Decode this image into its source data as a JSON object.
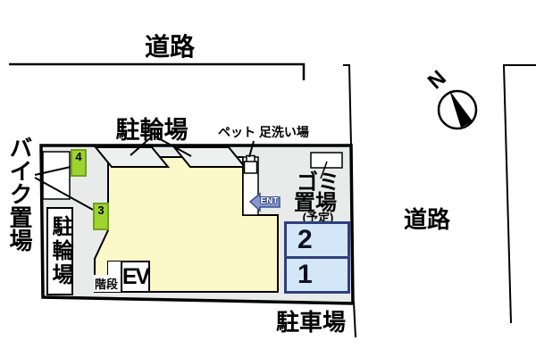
{
  "title": "site-plan",
  "colors": {
    "ground": "#e9eaea",
    "building_fill": "#fcf8c8",
    "bike_spot_green": "#9fd42f",
    "car_space_blue": "#d3e7f8",
    "car_space_border": "#2e4080",
    "entrance_arrow": "#8599cc",
    "line": "#000000"
  },
  "roads": {
    "top_label": "道路",
    "right_label": "道路"
  },
  "compass": {
    "label": "N"
  },
  "site": {
    "bicycle_parking_label": "駐輪場",
    "pet_wash_label": "ペット 足洗い場",
    "bike_storage_label": "バイク置場",
    "bicycle_storage_boxed_label": "駐輪場",
    "garbage": {
      "line1": "ゴミ",
      "line2": "置場",
      "note": "(予定)"
    },
    "entrance_label": "ENT",
    "stairs_label": "階段",
    "elevator_label": "EV",
    "car_parking_label": "駐車場",
    "bike_spots": [
      {
        "num": "4"
      },
      {
        "num": "3"
      }
    ],
    "car_spots": [
      {
        "num": "2"
      },
      {
        "num": "1"
      }
    ]
  }
}
